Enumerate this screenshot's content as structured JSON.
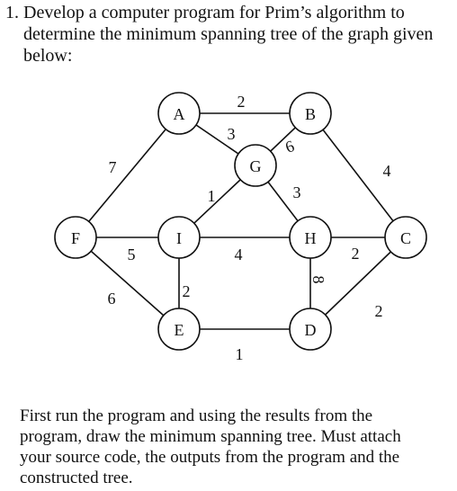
{
  "question": {
    "number": "1.",
    "lines": [
      "Develop a computer program for Prim’s algorithm to",
      "determine the minimum spanning tree of the graph given",
      "below:"
    ]
  },
  "graph": {
    "nodes": [
      {
        "id": "A",
        "label": "A"
      },
      {
        "id": "B",
        "label": "B"
      },
      {
        "id": "G",
        "label": "G"
      },
      {
        "id": "F",
        "label": "F"
      },
      {
        "id": "I",
        "label": "I"
      },
      {
        "id": "H",
        "label": "H"
      },
      {
        "id": "C",
        "label": "C"
      },
      {
        "id": "E",
        "label": "E"
      },
      {
        "id": "D",
        "label": "D"
      }
    ],
    "edges": [
      {
        "from": "A",
        "to": "B",
        "weight": "2"
      },
      {
        "from": "A",
        "to": "G",
        "weight": "3"
      },
      {
        "from": "B",
        "to": "G",
        "weight": "6"
      },
      {
        "from": "A",
        "to": "F",
        "weight": "7"
      },
      {
        "from": "B",
        "to": "C",
        "weight": "4"
      },
      {
        "from": "G",
        "to": "I",
        "weight": "1"
      },
      {
        "from": "G",
        "to": "H",
        "weight": "3"
      },
      {
        "from": "F",
        "to": "I",
        "weight": "5"
      },
      {
        "from": "I",
        "to": "H",
        "weight": "4"
      },
      {
        "from": "H",
        "to": "C",
        "weight": "2"
      },
      {
        "from": "F",
        "to": "E",
        "weight": "6"
      },
      {
        "from": "I",
        "to": "E",
        "weight": "2"
      },
      {
        "from": "H",
        "to": "D",
        "weight": "8"
      },
      {
        "from": "E",
        "to": "D",
        "weight": "1"
      },
      {
        "from": "D",
        "to": "C",
        "weight": "2"
      }
    ]
  },
  "instructions": {
    "lines": [
      "First run the program and using the results from the",
      "program, draw the minimum spanning tree. Must attach",
      "your source code, the outputs from the program and the",
      "constructed tree."
    ]
  },
  "colors": {
    "ink": "#111111",
    "background": "#ffffff"
  }
}
